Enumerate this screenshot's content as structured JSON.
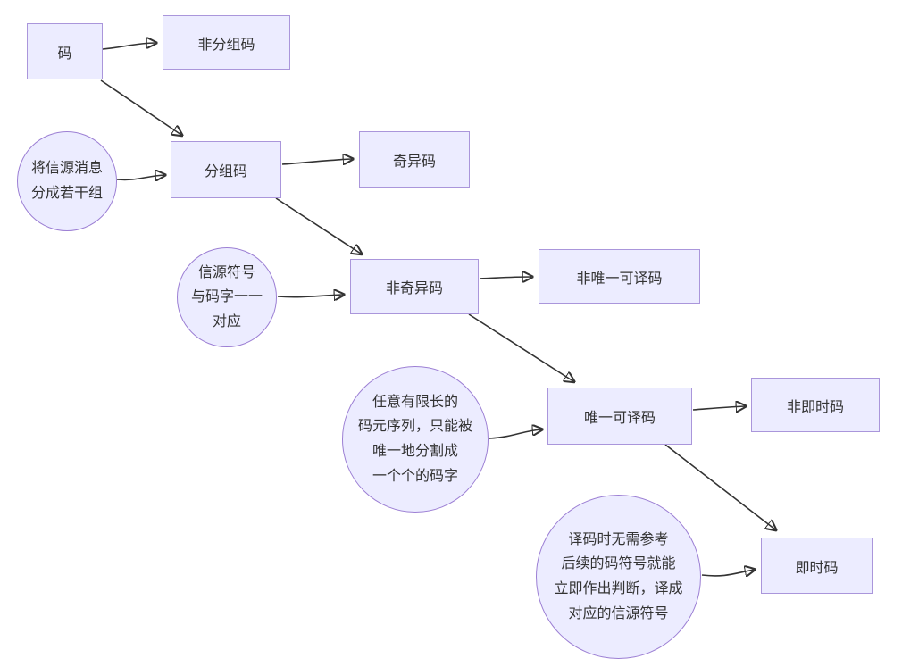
{
  "diagram": {
    "type": "flowchart",
    "topic": "code classification",
    "colors": {
      "node_fill": "#ECECFF",
      "node_border": "#9370DB",
      "edge": "#333333",
      "text": "#333333",
      "background": "#FFFFFF"
    },
    "nodes": [
      {
        "id": "code",
        "label": "码",
        "shape": "rect"
      },
      {
        "id": "non-block-code",
        "label": "非分组码",
        "shape": "rect"
      },
      {
        "id": "block-code",
        "label": "分组码",
        "shape": "rect"
      },
      {
        "id": "singular-code",
        "label": "奇异码",
        "shape": "rect"
      },
      {
        "id": "non-singular-code",
        "label": "非奇异码",
        "shape": "rect"
      },
      {
        "id": "non-uniquely-decodable-code",
        "label": "非唯一可译码",
        "shape": "rect"
      },
      {
        "id": "uniquely-decodable-code",
        "label": "唯一可译码",
        "shape": "rect"
      },
      {
        "id": "non-instantaneous-code",
        "label": "非即时码",
        "shape": "rect"
      },
      {
        "id": "instantaneous-code",
        "label": "即时码",
        "shape": "rect"
      }
    ],
    "notes": [
      {
        "id": "note-group",
        "label": "将信源消息\n分成若干组",
        "target": "block-code",
        "shape": "circle"
      },
      {
        "id": "note-one-to-one",
        "label": "信源符号\n与码字一一\n对应",
        "target": "non-singular-code",
        "shape": "circle"
      },
      {
        "id": "note-uniquely-decodable",
        "label": "任意有限长的\n码元序列，只能被\n唯一地分割成\n一个个的码字",
        "target": "uniquely-decodable-code",
        "shape": "circle"
      },
      {
        "id": "note-instantaneous",
        "label": "译码时无需参考\n后续的码符号就能\n立即作出判断，译成\n对应的信源符号",
        "target": "instantaneous-code",
        "shape": "circle"
      }
    ],
    "edges": [
      {
        "from": "code",
        "to": "non-block-code"
      },
      {
        "from": "code",
        "to": "block-code"
      },
      {
        "from": "note-group",
        "to": "block-code"
      },
      {
        "from": "block-code",
        "to": "singular-code"
      },
      {
        "from": "block-code",
        "to": "non-singular-code"
      },
      {
        "from": "note-one-to-one",
        "to": "non-singular-code"
      },
      {
        "from": "non-singular-code",
        "to": "non-uniquely-decodable-code"
      },
      {
        "from": "non-singular-code",
        "to": "uniquely-decodable-code"
      },
      {
        "from": "note-uniquely-decodable",
        "to": "uniquely-decodable-code"
      },
      {
        "from": "uniquely-decodable-code",
        "to": "non-instantaneous-code"
      },
      {
        "from": "uniquely-decodable-code",
        "to": "instantaneous-code"
      },
      {
        "from": "note-instantaneous",
        "to": "instantaneous-code"
      }
    ]
  }
}
